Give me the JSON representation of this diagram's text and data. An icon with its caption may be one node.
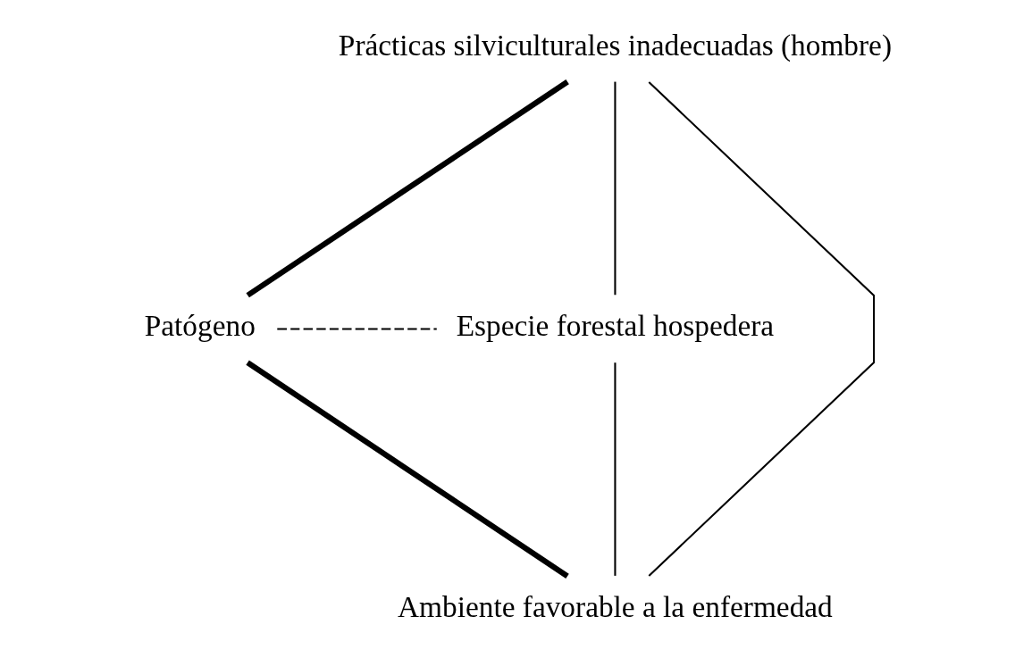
{
  "diagram": {
    "nodes": [
      {
        "text": [
          "Prácticas silviculturales inadecuadas (hombre)"
        ]
      },
      {
        "text": [
          "Patógeno"
        ]
      },
      {
        "text": [
          "Especie forestal hospedera"
        ]
      },
      {
        "text": [
          "Ambiente favorable a la enfermedad"
        ]
      }
    ],
    "edges": [
      {
        "from": 0,
        "to": 1,
        "arrow": "none",
        "style": "thick"
      },
      {
        "from": 0,
        "to": 3,
        "arrow": "none"
      },
      {
        "from": 0,
        "to": 2,
        "arrow": "none"
      },
      {
        "from": 1,
        "to": 3,
        "arrow": "none",
        "style": "thick"
      },
      {
        "from": 2,
        "to": 3,
        "arrow": "none"
      },
      {
        "from": 1,
        "to": 2,
        "arrow": "none",
        "style": "dashed"
      }
    ]
  }
}
